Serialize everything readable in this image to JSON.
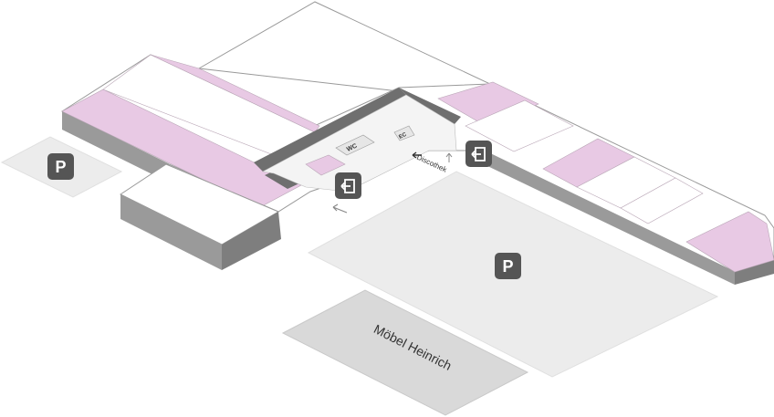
{
  "map": {
    "parking_label": "P",
    "wc_label": "WC",
    "ec_label": "EC",
    "discothek_label": "Discothek",
    "moebel_label": "Möbel Heinrich"
  },
  "colors": {
    "wall_top": "#6f6f6f",
    "wall_side": "#8a8a8a",
    "shop_pink": "#e8c9e4",
    "shop_white": "#ffffff",
    "parking_lot": "#ececec",
    "neighbor_building": "#d9d9d9",
    "sign_dark": "#555555",
    "outline": "#888888"
  },
  "icons": [
    "exit-icon",
    "parking-icon",
    "arrow-icon"
  ]
}
